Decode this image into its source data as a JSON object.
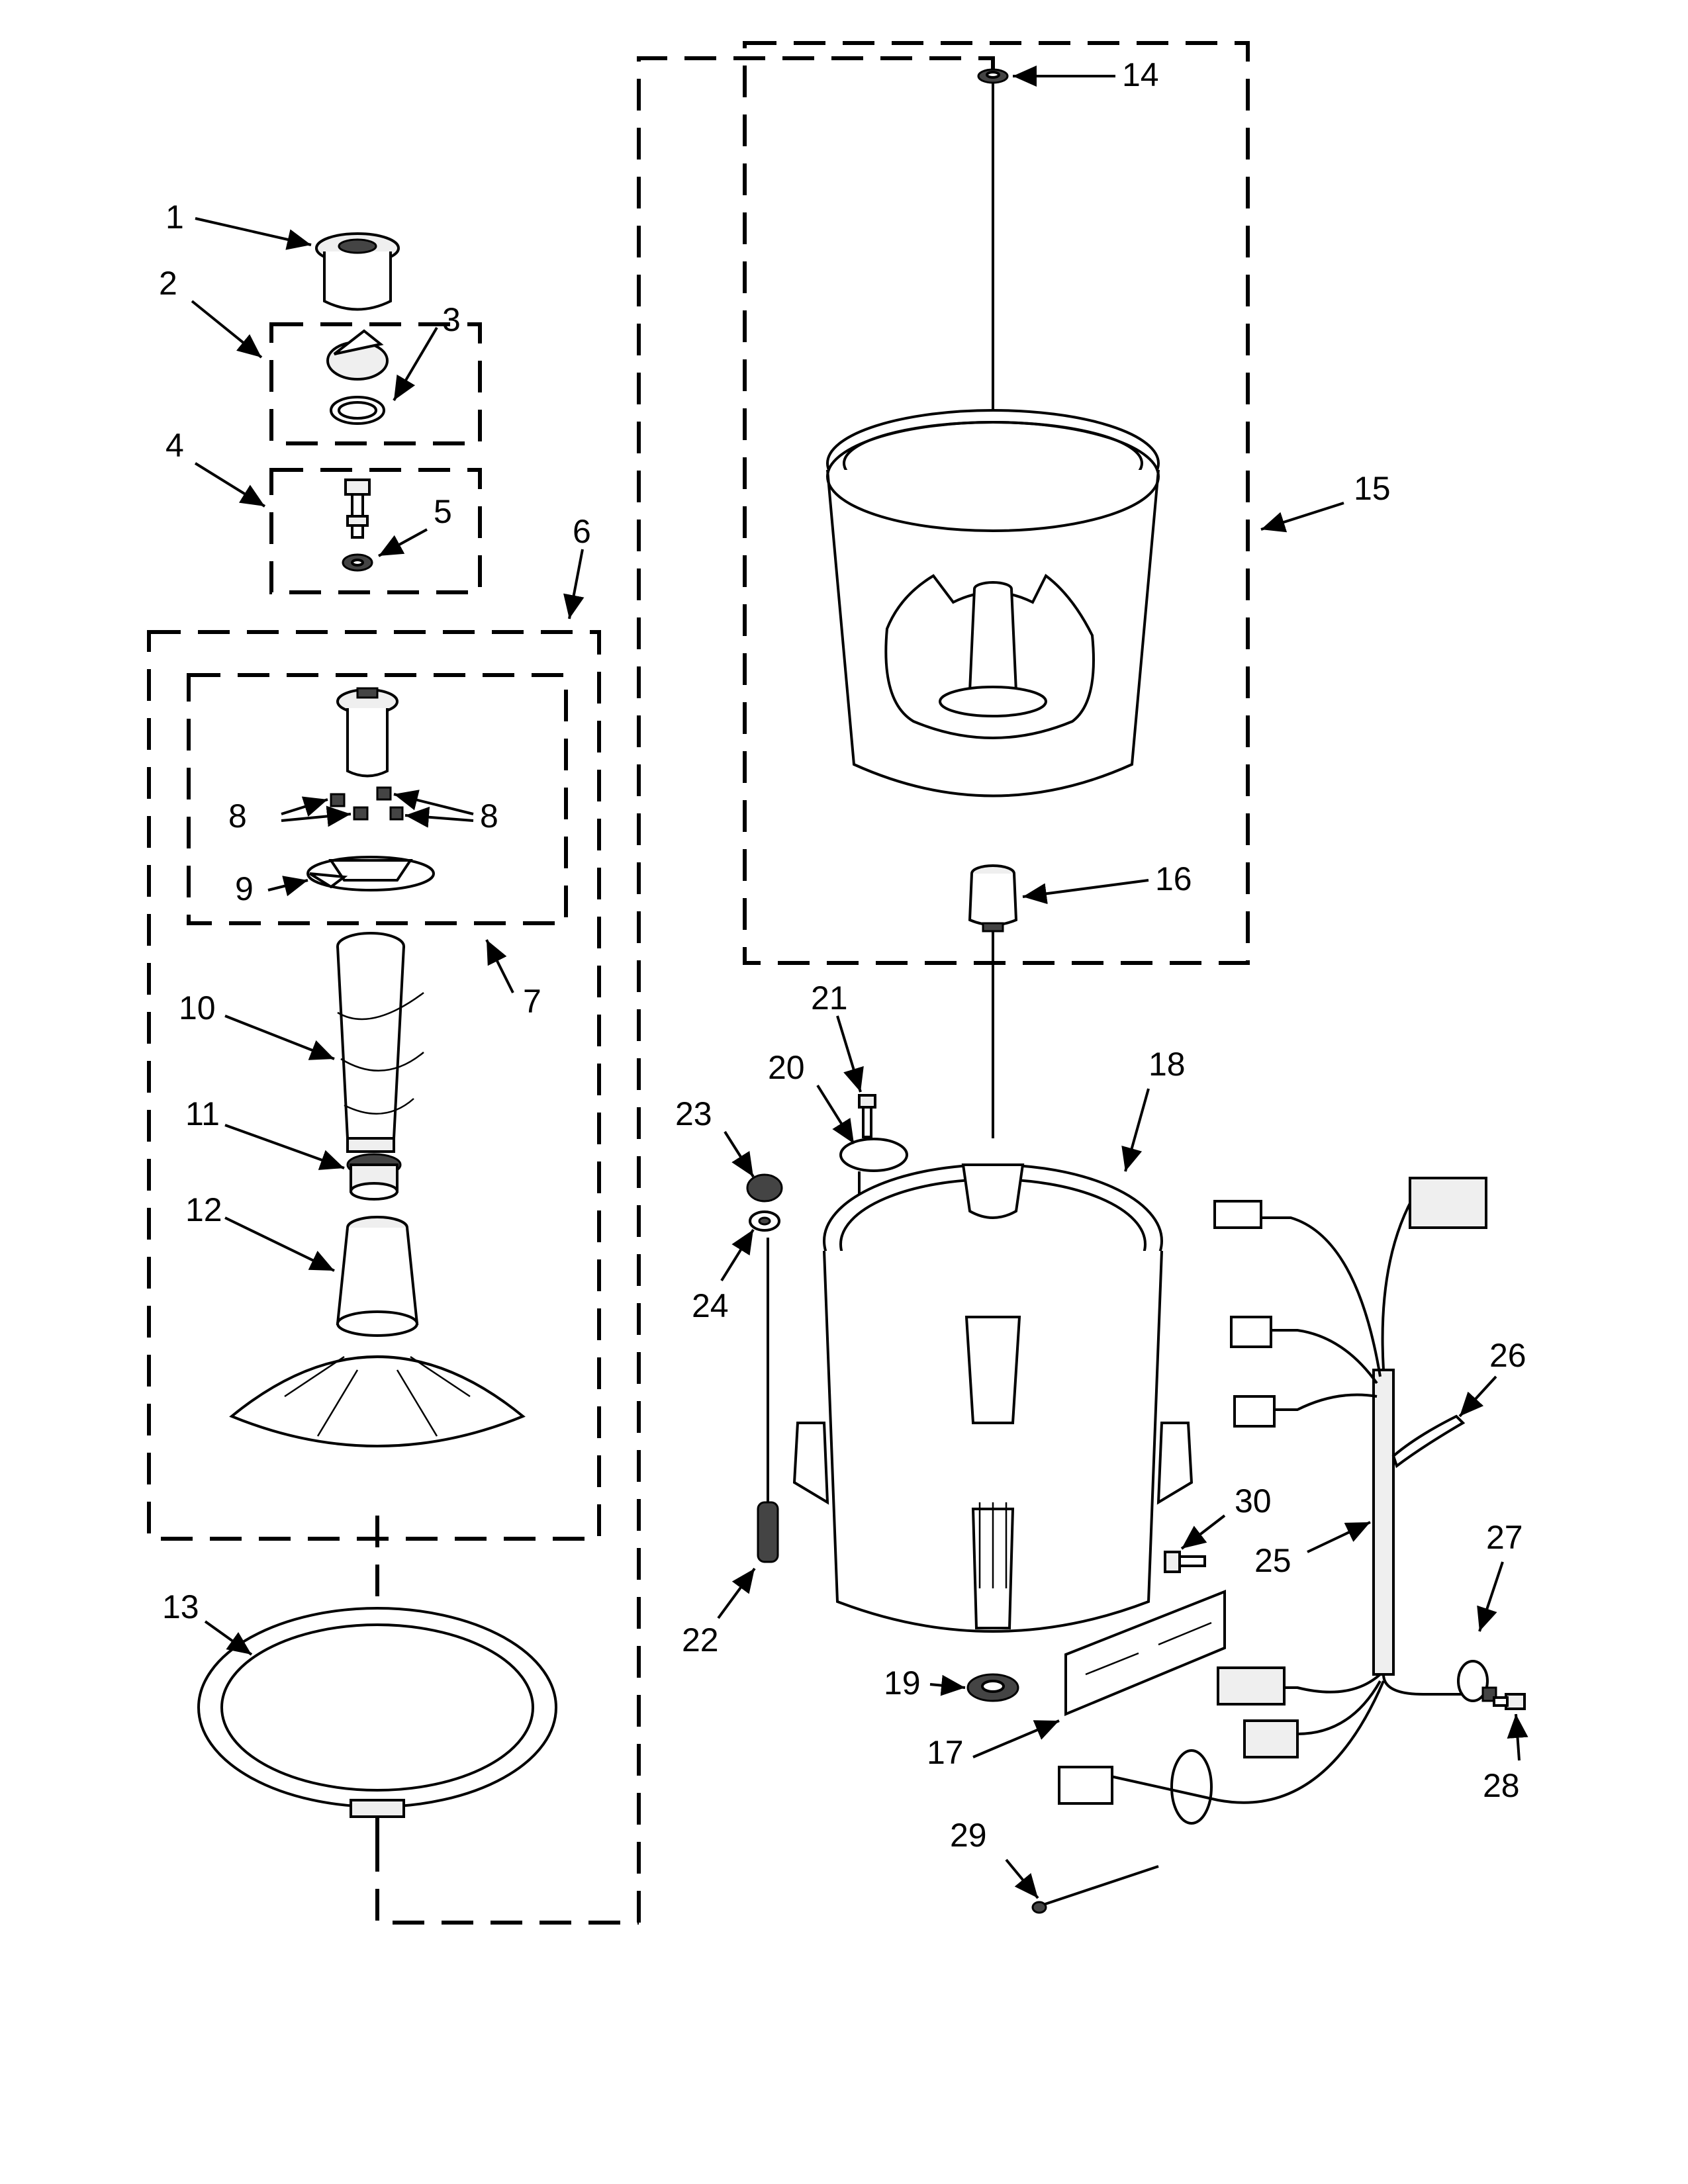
{
  "callouts": {
    "c1": "1",
    "c2": "2",
    "c3": "3",
    "c4": "4",
    "c5": "5",
    "c6": "6",
    "c7": "7",
    "c8a": "8",
    "c8b": "8",
    "c9": "9",
    "c10": "10",
    "c11": "11",
    "c12": "12",
    "c13": "13",
    "c14": "14",
    "c15": "15",
    "c16": "16",
    "c17": "17",
    "c18": "18",
    "c19": "19",
    "c20": "20",
    "c21": "21",
    "c22": "22",
    "c23": "23",
    "c24": "24",
    "c25": "25",
    "c26": "26",
    "c27": "27",
    "c28": "28",
    "c29": "29",
    "c30": "30"
  }
}
